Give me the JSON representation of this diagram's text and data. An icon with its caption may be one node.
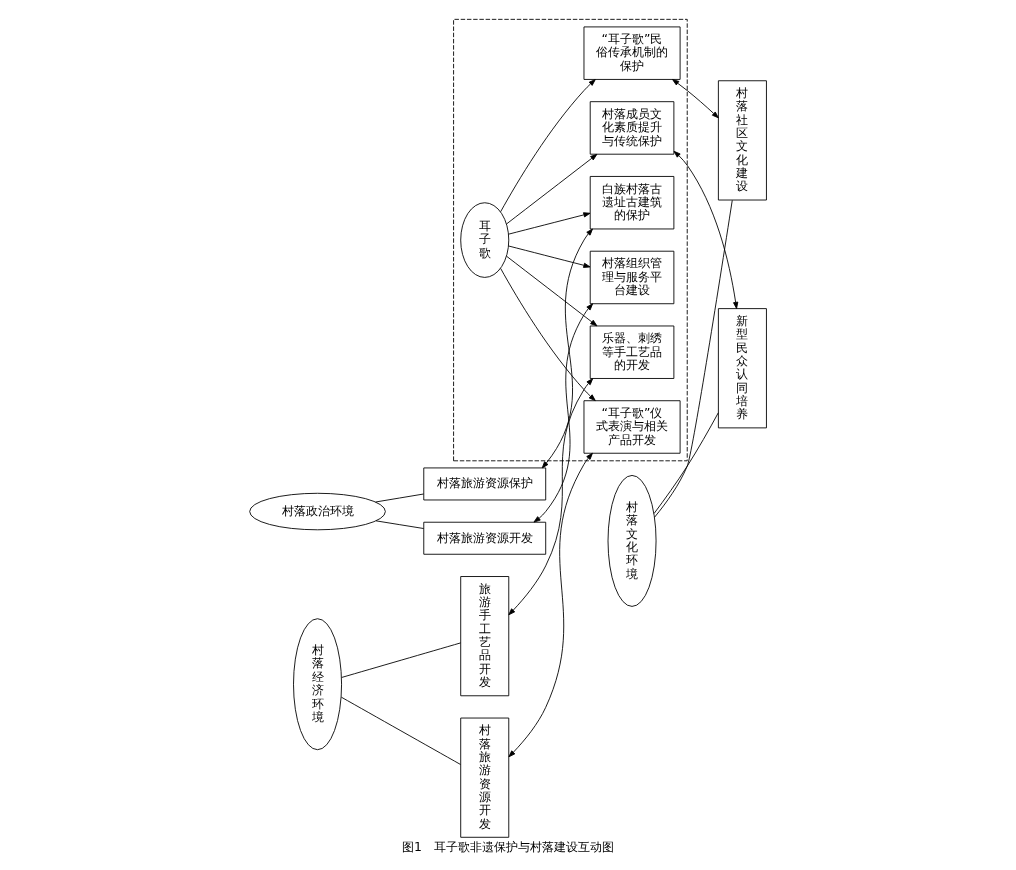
{
  "diagram": {
    "caption": "图1　耳子歌非遗保护与村落建设互动图",
    "nodes": [
      {
        "text": [
          "村落政治环境"
        ]
      },
      {
        "text": [
          "村落旅游资源开发"
        ]
      },
      {
        "text": [
          "村落旅游资源保护"
        ]
      },
      {
        "text": [],
        "shape": "box"
      },
      {
        "text": [
          "村落组织管理与服务平台建设"
        ],
        "in": 3
      },
      {
        "text": [
          "白族村落古遗址古建筑的保护"
        ],
        "in": 3
      },
      {
        "text": [
          "“耳子歌”仪式表演与相关产品开发"
        ],
        "in": 3
      },
      {
        "text": [
          "耳子歌"
        ],
        "in": 3
      },
      {
        "text": [
          "“耳子歌”民俗传承机制的保护"
        ],
        "in": 3
      },
      {
        "text": [
          "乐器、刺绣等手工艺品的开发"
        ],
        "in": 3
      },
      {
        "text": [
          "村落成员文化素质提升与传统保护"
        ],
        "in": 3
      },
      {
        "text": [
          "村落旅游资源开发"
        ]
      },
      {
        "text": [
          "旅游手工艺品开发"
        ]
      },
      {
        "text": [
          "村落经济环境"
        ]
      },
      {
        "text": [
          "村落社区文化建设"
        ]
      },
      {
        "text": [
          "新型民众认同培养"
        ]
      },
      {
        "text": [
          "村落文化环境"
        ]
      }
    ],
    "edges": [
      {
        "from": 0,
        "to": 1,
        "arrow": "none"
      },
      {
        "from": 0,
        "to": 2,
        "arrow": "none"
      },
      {
        "from": 1,
        "to": 4,
        "arrow": "both"
      },
      {
        "from": 2,
        "to": 5,
        "arrow": "both"
      },
      {
        "from": 7,
        "to": 4,
        "arrow": "to"
      },
      {
        "from": 7,
        "to": 5,
        "arrow": "to"
      },
      {
        "from": 7,
        "to": 6,
        "arrow": "to"
      },
      {
        "from": 7,
        "to": 8,
        "arrow": "to"
      },
      {
        "from": 7,
        "to": 9,
        "arrow": "to"
      },
      {
        "from": 7,
        "to": 10,
        "arrow": "to"
      },
      {
        "from": 11,
        "to": 6,
        "arrow": "both"
      },
      {
        "from": 12,
        "to": 9,
        "arrow": "both"
      },
      {
        "from": 8,
        "to": 14,
        "arrow": "both"
      },
      {
        "from": 10,
        "to": 15,
        "arrow": "both"
      },
      {
        "from": 13,
        "to": 11,
        "arrow": "none"
      },
      {
        "from": 13,
        "to": 12,
        "arrow": "none"
      },
      {
        "from": 16,
        "to": 14,
        "arrow": "none"
      },
      {
        "from": 16,
        "to": 15,
        "arrow": "none"
      }
    ]
  }
}
